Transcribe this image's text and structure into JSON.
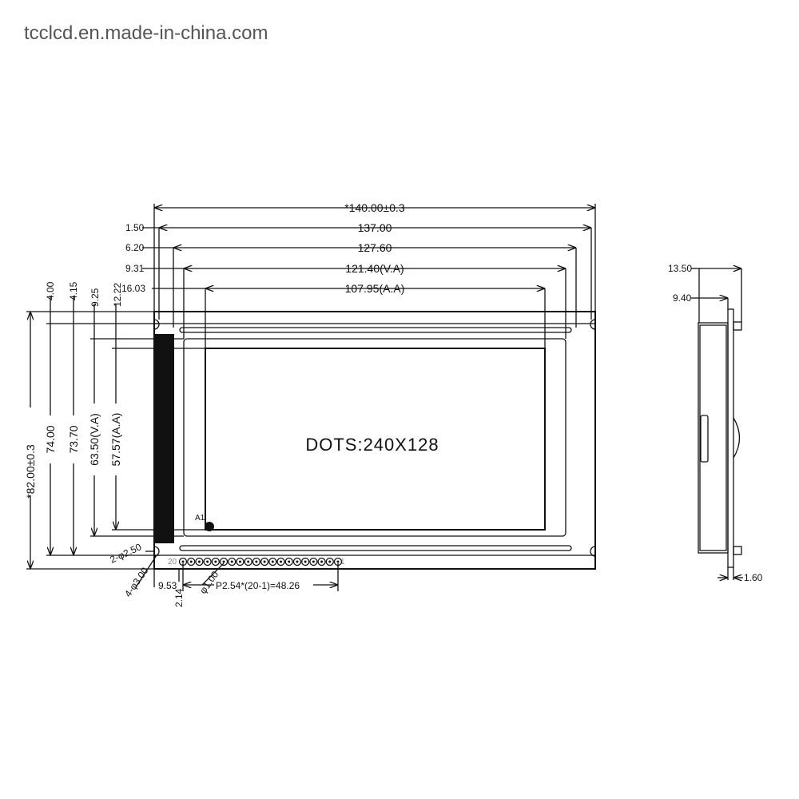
{
  "watermark": "tcclcd.en.made-in-china.com",
  "front_view": {
    "top_dims": [
      "*140.00±0.3",
      "137.00",
      "127.60",
      "121.40(V.A)",
      "107.95(A.A)"
    ],
    "top_offsets": [
      "1.50",
      "6.20",
      "9.31",
      "16.03"
    ],
    "left_offsets": [
      "4.00",
      "4.15",
      "9.25",
      "12.22"
    ],
    "left_dims": [
      "*82.00±0.3",
      "74.00",
      "73.70",
      "63.50(V.A)",
      "57.57(A.A)"
    ],
    "display_label": "DOTS:240X128",
    "pixel_marker": "A1",
    "hole_small": "2-φ2.50",
    "hole_large": "4-φ3.00",
    "pin_offset_x": "9.53",
    "pin_offset_y": "2.14",
    "pin_diameter": "φ1.00",
    "pin_pitch": "P2.54*(20-1)=48.26",
    "pin_first": "20",
    "pin_last": "1",
    "pin_count": 20
  },
  "side_view": {
    "depth_total": "13.50",
    "depth_body": "9.40",
    "pcb_thickness": "1.60"
  }
}
